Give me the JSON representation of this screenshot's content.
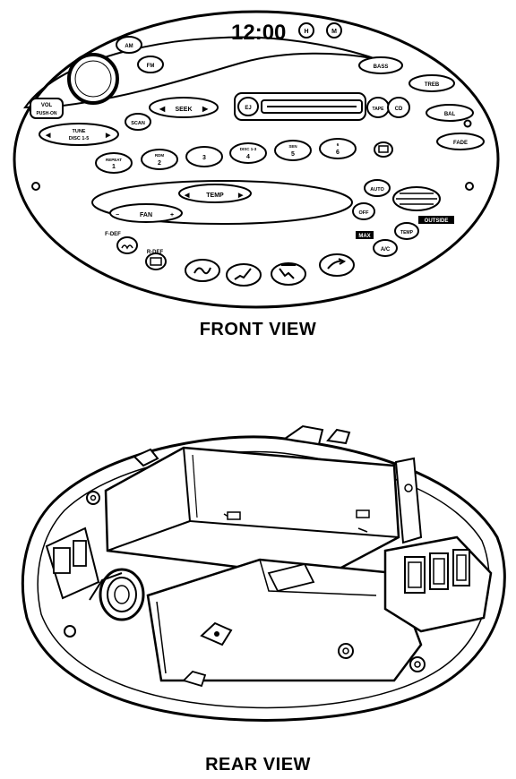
{
  "front": {
    "caption": "FRONT VIEW",
    "clock": "12:00",
    "clock_buttons": [
      "H",
      "M"
    ],
    "buttons": {
      "am": "AM",
      "fm": "FM",
      "vol": "VOL",
      "power": "PUSH-ON",
      "seek": "SEEK",
      "scan": "SCAN",
      "tune": "TUNE",
      "disc": "DISC 1-5",
      "bass": "BASS",
      "treb": "TREB",
      "bal": "BAL",
      "fade": "FADE",
      "cd": "CD",
      "tape_eject": "EJ",
      "tape_cd": "TAPE",
      "preset_1_top": "REPEAT",
      "preset_1": "1",
      "preset_2_top": "RDM",
      "preset_2": "2",
      "preset_3": "3",
      "preset_4_top": "DISC 1-3",
      "preset_4": "4",
      "preset_5_top": "SEN",
      "preset_5": "5",
      "preset_6_top": "6",
      "preset_6": "6",
      "temp": "TEMP",
      "fan": "FAN",
      "auto": "AUTO",
      "off": "OFF",
      "outside": "OUTSIDE",
      "max": "MAX",
      "ac": "A/C",
      "temp_small": "TEMP",
      "fdef": "F-DEF",
      "rdef": "R-DEF"
    }
  },
  "rear": {
    "caption": "REAR VIEW"
  }
}
